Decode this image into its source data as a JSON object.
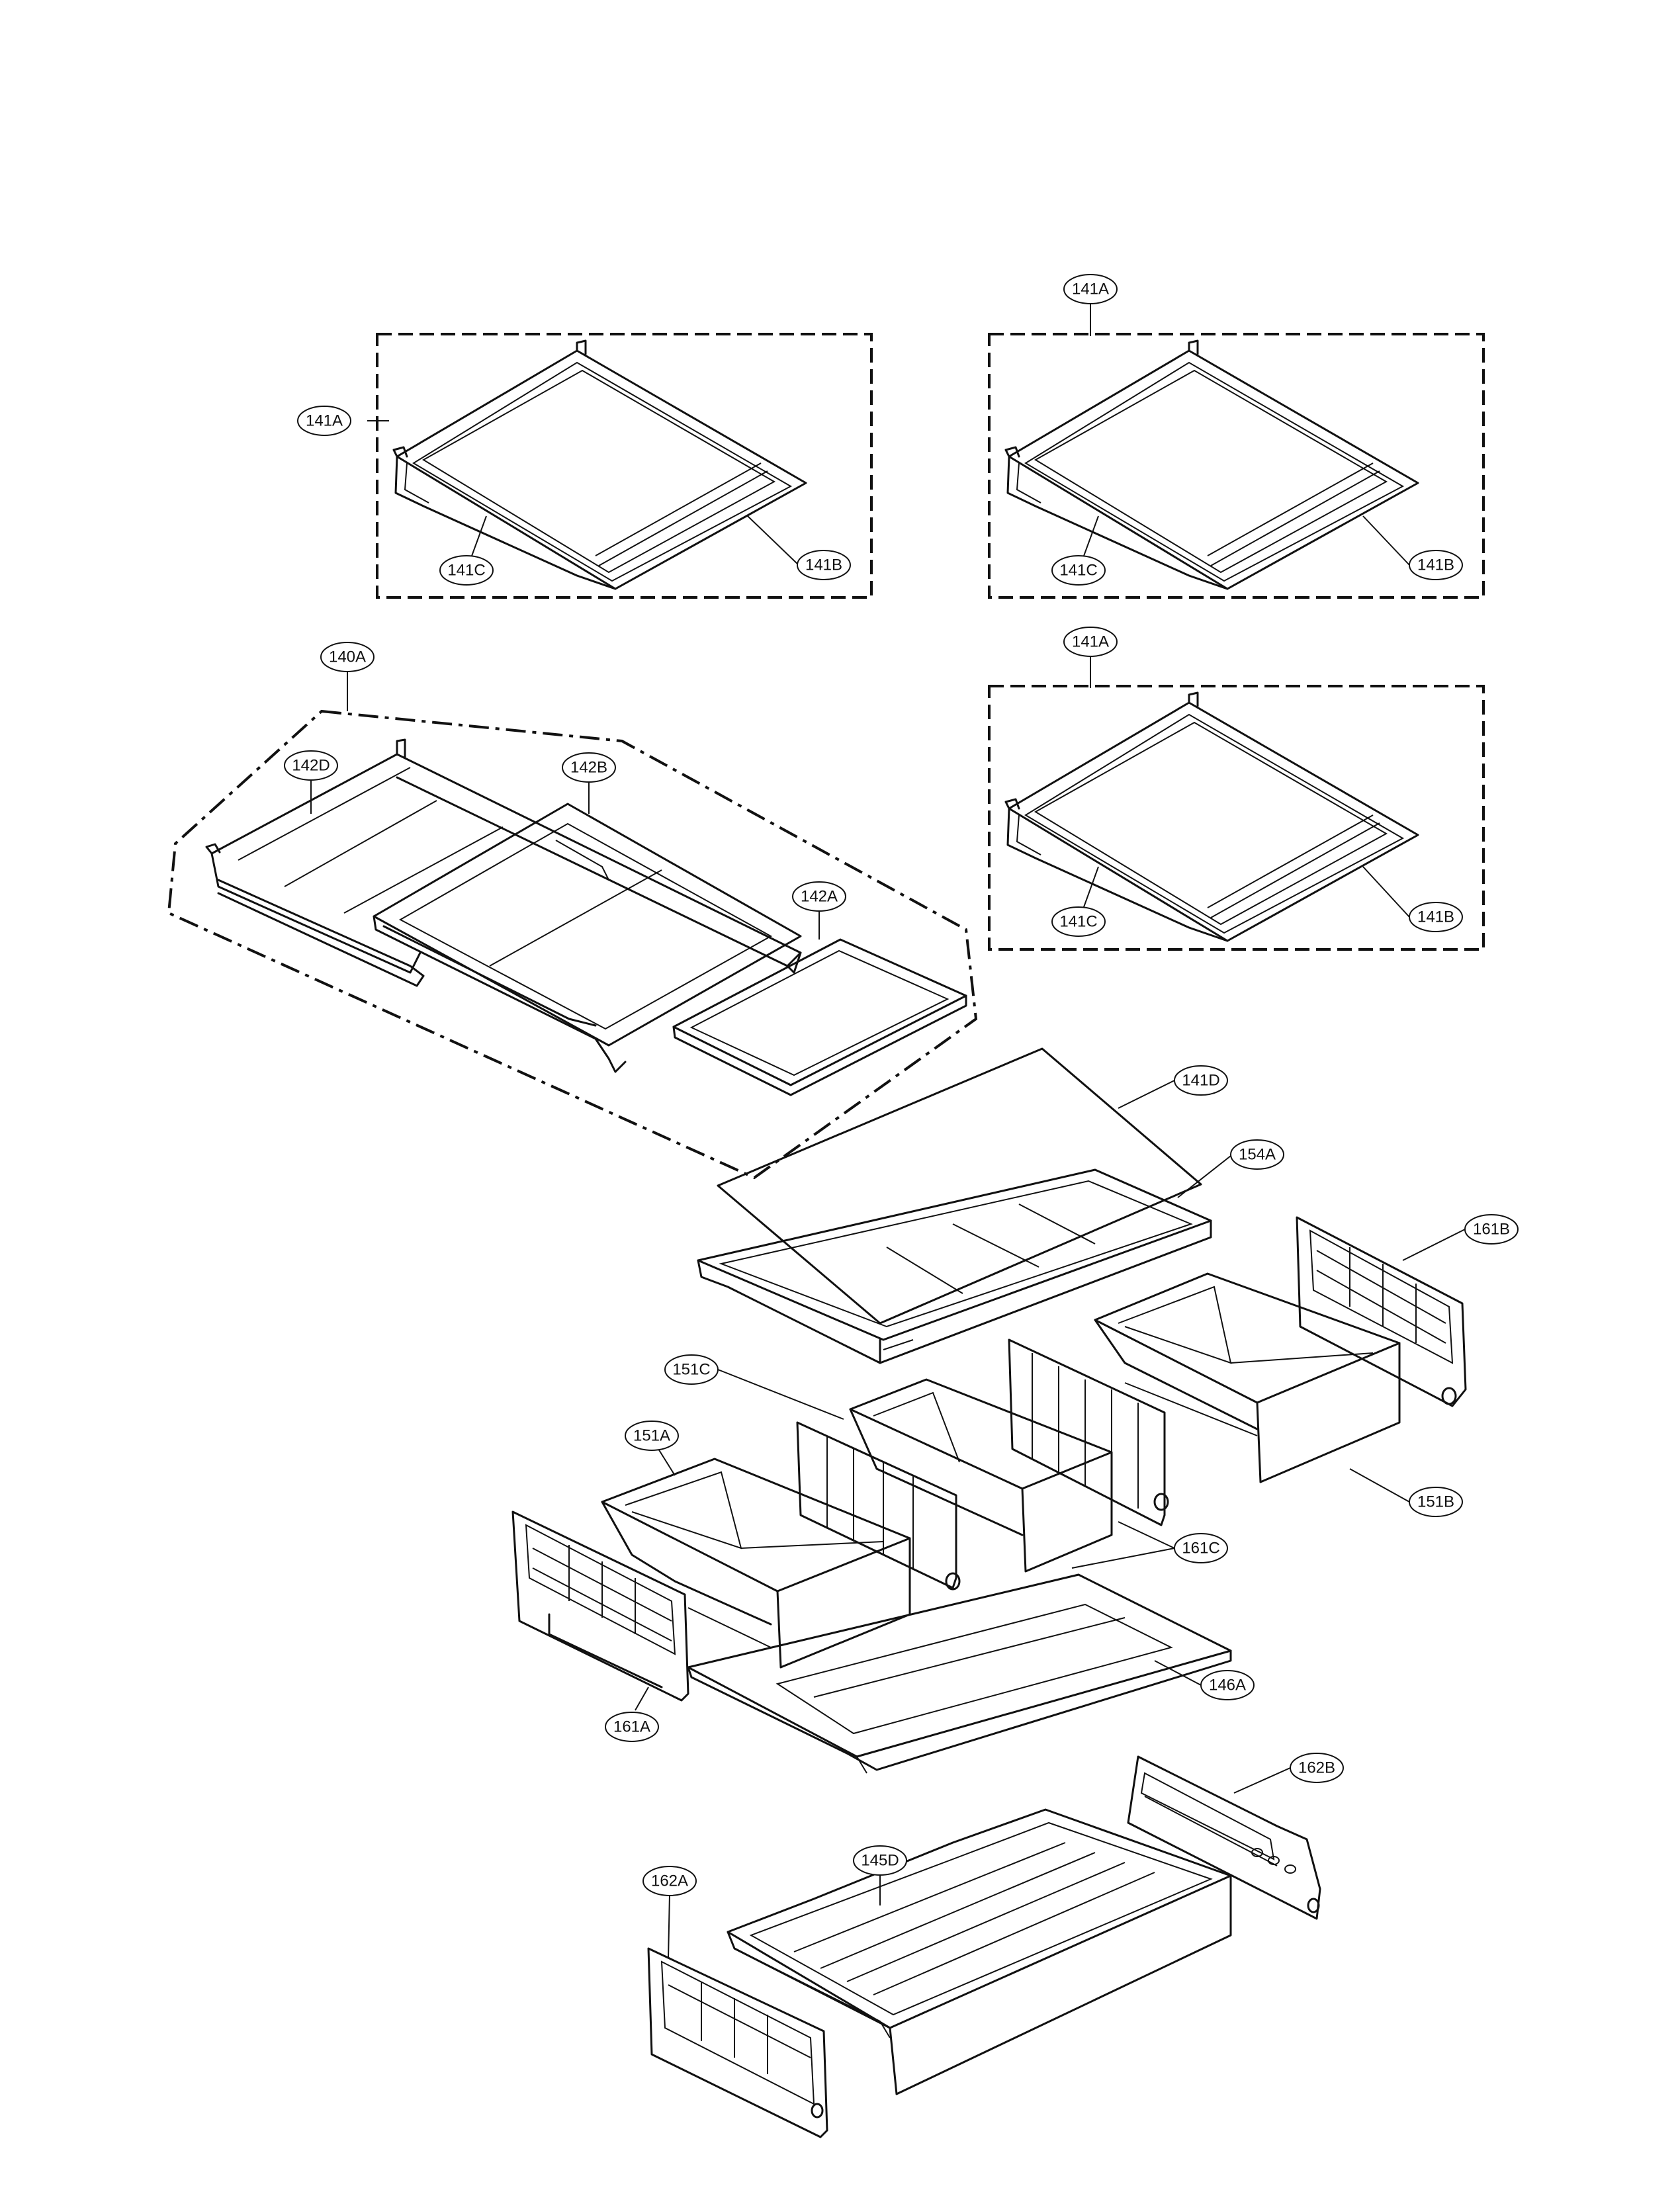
{
  "callouts": [
    {
      "id": "c-141A-1",
      "label": "141A"
    },
    {
      "id": "c-141C-1",
      "label": "141C"
    },
    {
      "id": "c-141B-1",
      "label": "141B"
    },
    {
      "id": "c-141A-2",
      "label": "141A"
    },
    {
      "id": "c-141C-2",
      "label": "141C"
    },
    {
      "id": "c-141B-2",
      "label": "141B"
    },
    {
      "id": "c-141A-3",
      "label": "141A"
    },
    {
      "id": "c-141C-3",
      "label": "141C"
    },
    {
      "id": "c-141B-3",
      "label": "141B"
    },
    {
      "id": "c-140A",
      "label": "140A"
    },
    {
      "id": "c-142D",
      "label": "142D"
    },
    {
      "id": "c-142B",
      "label": "142B"
    },
    {
      "id": "c-142A",
      "label": "142A"
    },
    {
      "id": "c-141D",
      "label": "141D"
    },
    {
      "id": "c-154A",
      "label": "154A"
    },
    {
      "id": "c-161B",
      "label": "161B"
    },
    {
      "id": "c-151C",
      "label": "151C"
    },
    {
      "id": "c-151A",
      "label": "151A"
    },
    {
      "id": "c-151B",
      "label": "151B"
    },
    {
      "id": "c-161C",
      "label": "161C"
    },
    {
      "id": "c-161A",
      "label": "161A"
    },
    {
      "id": "c-146A",
      "label": "146A"
    },
    {
      "id": "c-162B",
      "label": "162B"
    },
    {
      "id": "c-145D",
      "label": "145D"
    },
    {
      "id": "c-162A",
      "label": "162A"
    }
  ]
}
